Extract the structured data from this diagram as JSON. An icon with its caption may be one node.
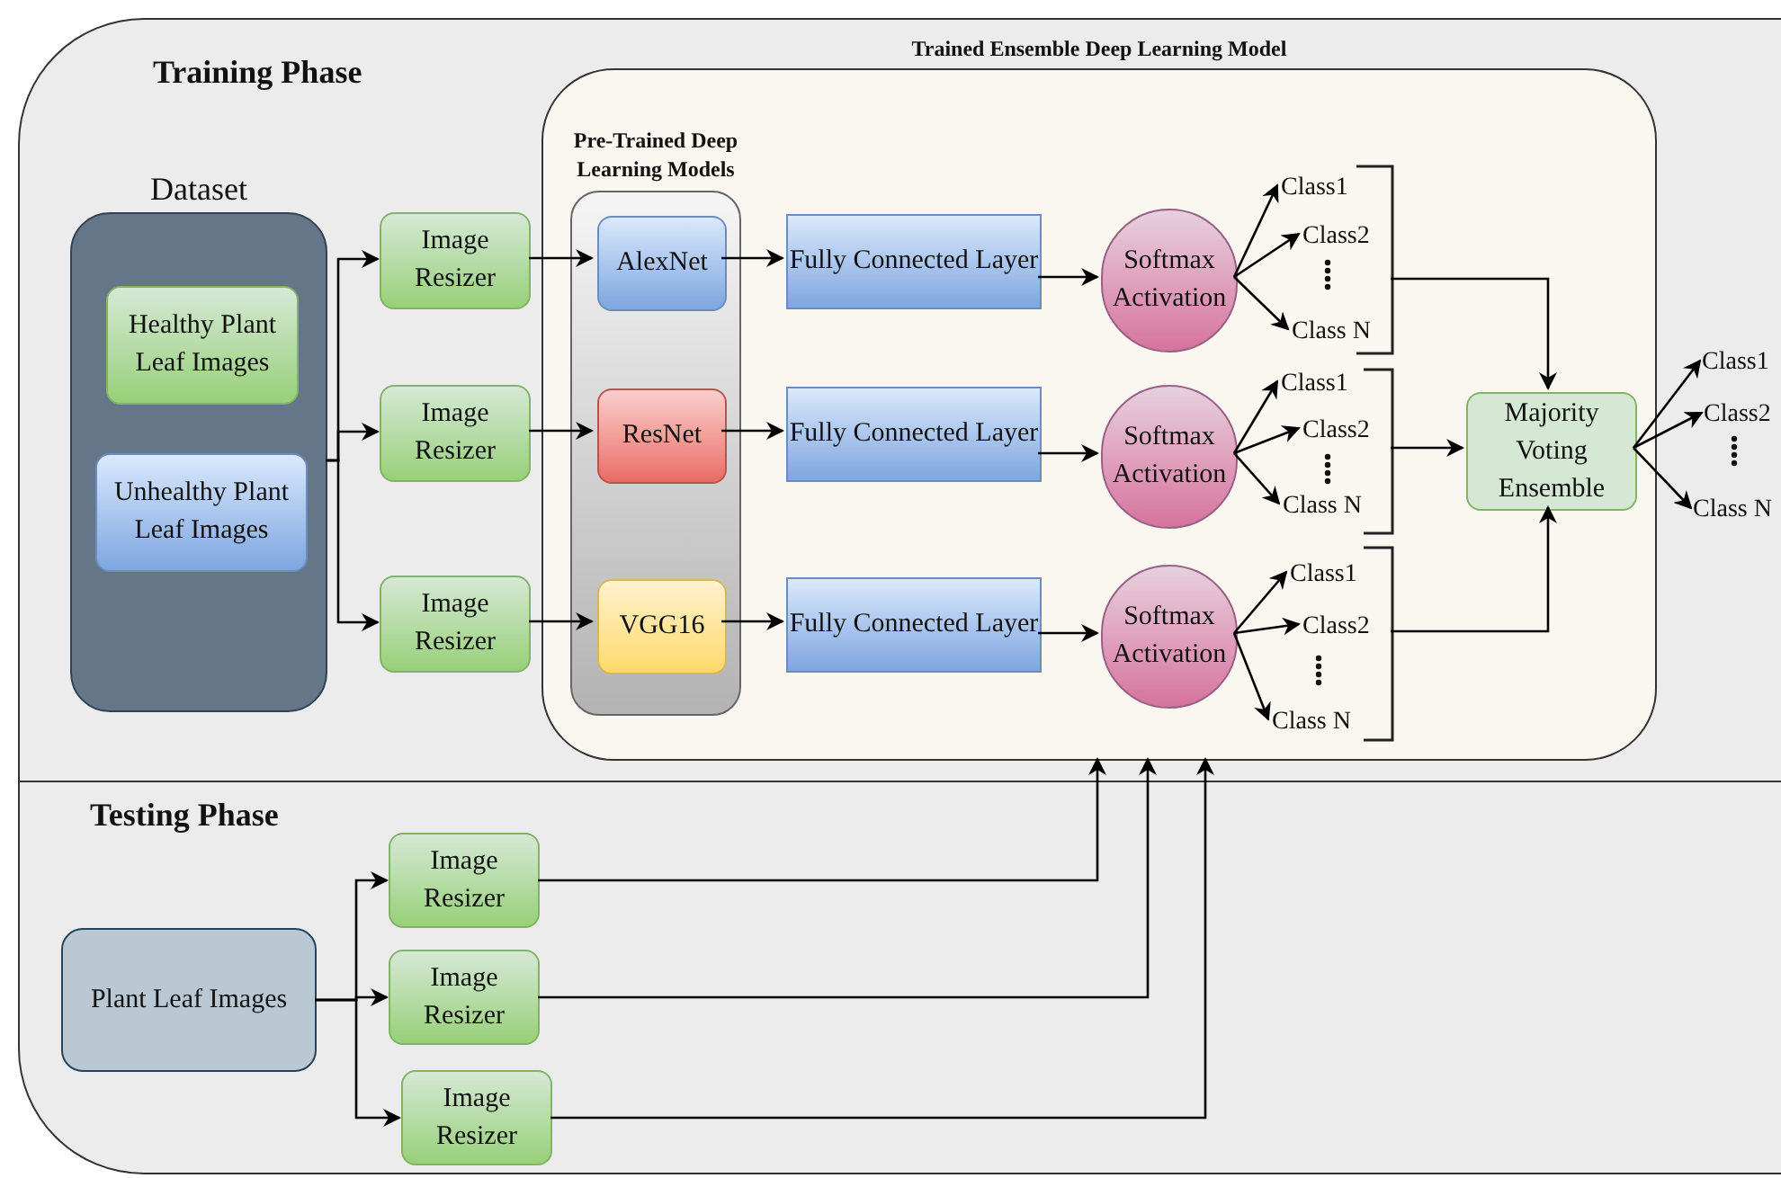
{
  "diagram": {
    "nodes": [
      {
        "text": [
          "Training Phase"
        ]
      },
      {
        "text": [
          "Dataset"
        ],
        "in": 0
      },
      {
        "text": [
          "Healthy Plant Leaf Images"
        ],
        "in": 1
      },
      {
        "text": [
          "Unhealthy Plant Leaf Images"
        ],
        "in": 1
      },
      {
        "text": [
          "Image Resizer"
        ],
        "in": 0
      },
      {
        "text": [
          "Image Resizer"
        ],
        "in": 0
      },
      {
        "text": [
          "Image Resizer"
        ],
        "in": 0
      },
      {
        "text": [
          "Trained Ensemble Deep Learning Model"
        ],
        "in": 0
      },
      {
        "text": [
          "Pre-Trained Deep Learning Models"
        ],
        "in": 7
      },
      {
        "text": [
          "AlexNet"
        ],
        "in": 8
      },
      {
        "text": [
          "ResNet"
        ],
        "in": 8
      },
      {
        "text": [
          "VGG16"
        ],
        "in": 8
      },
      {
        "text": [
          "Fully Connected Layer"
        ],
        "in": 7
      },
      {
        "text": [
          "Fully Connected Layer"
        ],
        "in": 7
      },
      {
        "text": [
          "Fully Connected Layer"
        ],
        "in": 7
      },
      {
        "text": [
          "Softmax Activation"
        ],
        "in": 7
      },
      {
        "text": [
          "Softmax Activation"
        ],
        "in": 7
      },
      {
        "text": [
          "Softmax Activation"
        ],
        "in": 7
      },
      {
        "text": [
          "Class1"
        ],
        "in": 7
      },
      {
        "text": [
          "Class2"
        ],
        "in": 7
      },
      {
        "text": [
          "Class N"
        ],
        "in": 7
      },
      {
        "text": [
          "Class1"
        ],
        "in": 7
      },
      {
        "text": [
          "Class2"
        ],
        "in": 7
      },
      {
        "text": [
          "Class N"
        ],
        "in": 7
      },
      {
        "text": [
          "Class1"
        ],
        "in": 7
      },
      {
        "text": [
          "Class2"
        ],
        "in": 7
      },
      {
        "text": [
          "Class N"
        ],
        "in": 7
      },
      {
        "text": [],
        "shape": "bracket",
        "in": 7
      },
      {
        "text": [],
        "shape": "bracket",
        "in": 7
      },
      {
        "text": [],
        "shape": "bracket",
        "in": 7
      },
      {
        "text": [
          "Majority Voting Ensemble"
        ],
        "in": 7
      },
      {
        "text": [
          "Class1"
        ],
        "in": 0
      },
      {
        "text": [
          "Class2"
        ],
        "in": 0
      },
      {
        "text": [
          "Class N"
        ],
        "in": 0
      },
      {
        "text": [
          "Testing Phase"
        ]
      },
      {
        "text": [
          "Plant Leaf Images"
        ],
        "in": 34
      },
      {
        "text": [
          "Image Resizer"
        ],
        "in": 34
      },
      {
        "text": [
          "Image Resizer"
        ],
        "in": 34
      },
      {
        "text": [
          "Image Resizer"
        ],
        "in": 34
      }
    ],
    "edges": [
      {
        "from": 1,
        "to": 4,
        "arrow": "to"
      },
      {
        "from": 1,
        "to": 5,
        "arrow": "to"
      },
      {
        "from": 1,
        "to": 6,
        "arrow": "to"
      },
      {
        "from": 4,
        "to": 9,
        "arrow": "to"
      },
      {
        "from": 5,
        "to": 10,
        "arrow": "to"
      },
      {
        "from": 6,
        "to": 11,
        "arrow": "to"
      },
      {
        "from": 9,
        "to": 12,
        "arrow": "to"
      },
      {
        "from": 10,
        "to": 13,
        "arrow": "to"
      },
      {
        "from": 11,
        "to": 14,
        "arrow": "to"
      },
      {
        "from": 12,
        "to": 15,
        "arrow": "to"
      },
      {
        "from": 13,
        "to": 16,
        "arrow": "to"
      },
      {
        "from": 14,
        "to": 17,
        "arrow": "to"
      },
      {
        "from": 15,
        "to": 18,
        "arrow": "to"
      },
      {
        "from": 15,
        "to": 19,
        "arrow": "to"
      },
      {
        "from": 15,
        "to": 20,
        "arrow": "to"
      },
      {
        "from": 16,
        "to": 21,
        "arrow": "to"
      },
      {
        "from": 16,
        "to": 22,
        "arrow": "to"
      },
      {
        "from": 16,
        "to": 23,
        "arrow": "to"
      },
      {
        "from": 17,
        "to": 24,
        "arrow": "to"
      },
      {
        "from": 17,
        "to": 25,
        "arrow": "to"
      },
      {
        "from": 17,
        "to": 26,
        "arrow": "to"
      },
      {
        "from": 27,
        "to": 30,
        "arrow": "to"
      },
      {
        "from": 28,
        "to": 30,
        "arrow": "to"
      },
      {
        "from": 29,
        "to": 30,
        "arrow": "to"
      },
      {
        "from": 30,
        "to": 31,
        "arrow": "to"
      },
      {
        "from": 30,
        "to": 32,
        "arrow": "to"
      },
      {
        "from": 30,
        "to": 33,
        "arrow": "to"
      },
      {
        "from": 35,
        "to": 36,
        "arrow": "to"
      },
      {
        "from": 35,
        "to": 37,
        "arrow": "to"
      },
      {
        "from": 35,
        "to": 38,
        "arrow": "to"
      },
      {
        "from": 36,
        "to": 7,
        "arrow": "to"
      },
      {
        "from": 37,
        "to": 7,
        "arrow": "to"
      },
      {
        "from": 38,
        "to": 7,
        "arrow": "to"
      }
    ]
  }
}
